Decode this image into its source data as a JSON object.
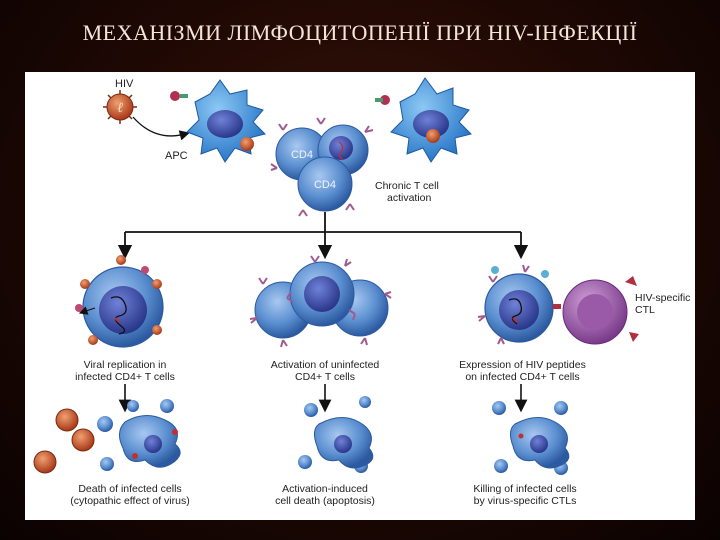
{
  "title": "МЕХАНІЗМИ ЛІМФОЦИТОПЕНІЇ ПРИ HIV-ІНФЕКЦІЇ",
  "labels": {
    "hiv": "HIV",
    "apc": "APC",
    "cd4_a": "CD4",
    "cd4_b": "CD4",
    "chronic_line1": "Chronic T cell",
    "chronic_line2": "activation",
    "hiv_ctl_line1": "HIV-specific",
    "hiv_ctl_line2": "CTL",
    "viral_line1": "Viral replication in",
    "viral_line2": "infected CD4+ T cells",
    "uninfected_line1": "Activation of uninfected",
    "uninfected_line2": "CD4+ T cells",
    "expression_line1": "Expression of HIV peptides",
    "expression_line2": "on infected CD4+ T cells",
    "death_line1": "Death of infected cells",
    "death_line2": "(cytopathic effect of virus)",
    "aicd_line1": "Activation-induced",
    "aicd_line2": "cell death (apoptosis)",
    "killing_line1": "Killing of infected cells",
    "killing_line2": "by virus-specific CTLs"
  },
  "colors": {
    "cell_fill": "#6a9ed8",
    "cell_dark": "#2c5aa0",
    "nucleus": "#3b4fa3",
    "apc_fill": "#4a9be0",
    "virus": "#c0502a",
    "ctl": "#8a4a9a",
    "receptor": "#a05a90"
  },
  "icons": [
    "hiv-virus-icon",
    "apc-cell-icon",
    "cd4-t-cell-icon",
    "ctl-cell-icon",
    "apoptotic-cell-icon"
  ]
}
